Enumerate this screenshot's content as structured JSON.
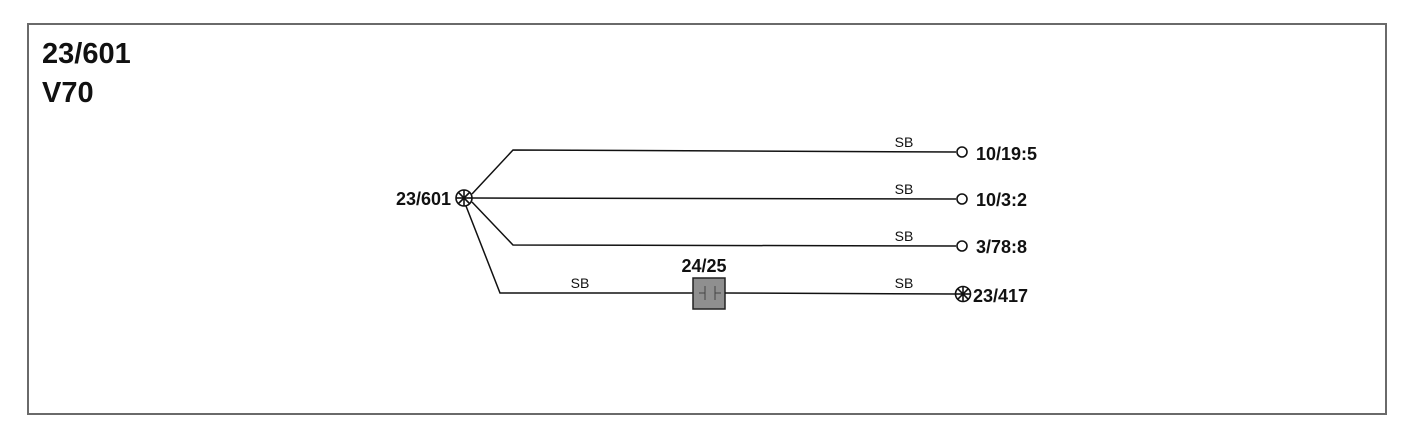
{
  "header": {
    "code": "23/601",
    "model": "V70"
  },
  "diagram": {
    "source": {
      "label": "23/601"
    },
    "component": {
      "label": "24/25"
    },
    "wires": [
      {
        "color_code": "SB",
        "end": "10/19:5"
      },
      {
        "color_code": "SB",
        "end": "10/3:2"
      },
      {
        "color_code": "SB",
        "end": "3/78:8"
      },
      {
        "color_code_in": "SB",
        "color_code_out": "SB",
        "end": "23/417"
      }
    ]
  }
}
